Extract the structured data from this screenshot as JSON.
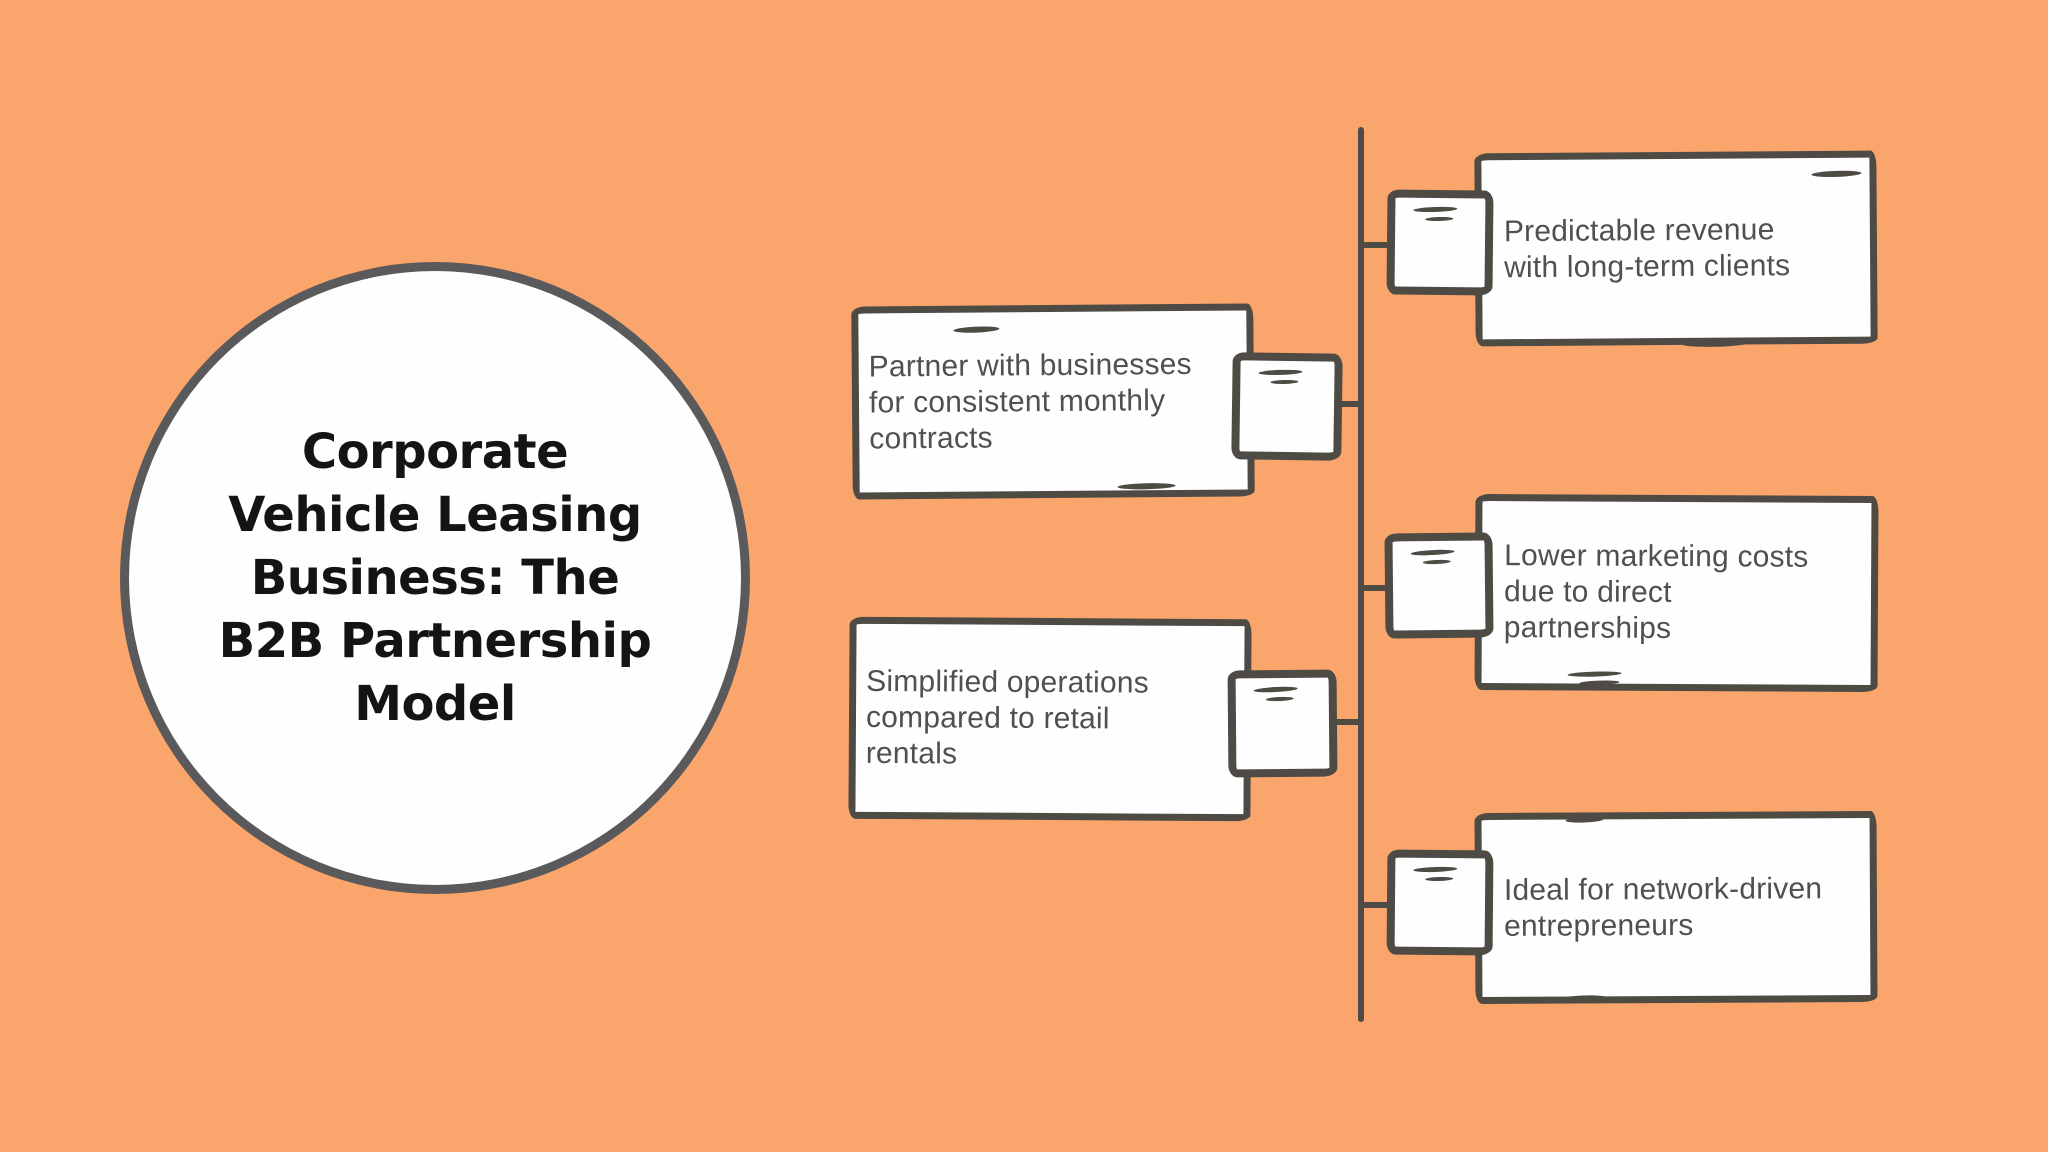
{
  "palette": {
    "background": "#FAA56C",
    "stroke": "#4E4B45",
    "circle_stroke": "#5A595B",
    "title_color": "#141414",
    "body_color": "#4F5053",
    "node_fill": "#FEFEFE"
  },
  "central_node": {
    "title": "Corporate Vehicle Leasing Business: The B2B Partnership Model",
    "title_lines": [
      "Corporate",
      "Vehicle Leasing",
      "Business: The",
      "B2B Partnership",
      "Model"
    ]
  },
  "branch_nodes": [
    {
      "side": "right",
      "text": "Predictable revenue with long-term clients",
      "lines": [
        "Predictable revenue",
        "with long-term clients"
      ]
    },
    {
      "side": "left",
      "text": "Partner with businesses for consistent monthly contracts",
      "lines": [
        "Partner with businesses",
        "for consistent monthly",
        "contracts"
      ]
    },
    {
      "side": "right",
      "text": "Lower marketing costs due to direct partnerships",
      "lines": [
        "Lower marketing costs",
        "due to direct",
        "partnerships"
      ]
    },
    {
      "side": "left",
      "text": "Simplified operations compared to retail rentals",
      "lines": [
        "Simplified operations",
        "compared to retail",
        "rentals"
      ]
    },
    {
      "side": "right",
      "text": "Ideal for network-driven entrepreneurs",
      "lines": [
        "Ideal for network-driven",
        "entrepreneurs"
      ]
    }
  ]
}
